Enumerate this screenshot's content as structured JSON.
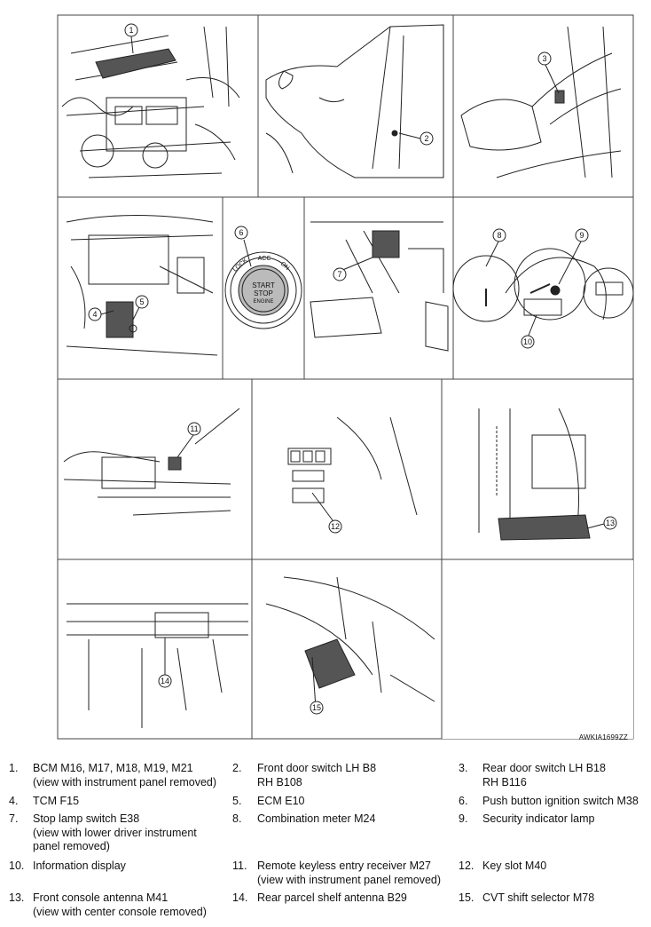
{
  "figure_code": "AWKIA1699ZZ",
  "ignition_button": {
    "ring_lock": "LOCK",
    "ring_acc": "ACC",
    "ring_on": "ON",
    "start": "START",
    "stop": "STOP",
    "engine": "ENGINE"
  },
  "callouts": [
    "1",
    "2",
    "3",
    "4",
    "5",
    "6",
    "7",
    "8",
    "9",
    "10",
    "11",
    "12",
    "13",
    "14",
    "15"
  ],
  "legend": [
    {
      "num": "1.",
      "lines": [
        "BCM M16, M17, M18, M19, M21",
        "(view with instrument panel removed)"
      ]
    },
    {
      "num": "2.",
      "lines": [
        "Front door switch LH B8",
        "RH B108"
      ]
    },
    {
      "num": "3.",
      "lines": [
        "Rear door switch LH B18",
        "RH B116"
      ]
    },
    {
      "num": "4.",
      "lines": [
        "TCM F15"
      ]
    },
    {
      "num": "5.",
      "lines": [
        "ECM E10"
      ]
    },
    {
      "num": "6.",
      "lines": [
        "Push button ignition switch M38"
      ]
    },
    {
      "num": "7.",
      "lines": [
        "Stop lamp switch E38",
        "(view with lower driver instrument",
        "panel removed)"
      ]
    },
    {
      "num": "8.",
      "lines": [
        "Combination meter M24"
      ]
    },
    {
      "num": "9.",
      "lines": [
        "Security indicator lamp"
      ]
    },
    {
      "num": "10.",
      "lines": [
        "Information display"
      ]
    },
    {
      "num": "11.",
      "lines": [
        "Remote keyless entry receiver M27",
        "(view with instrument panel removed)"
      ]
    },
    {
      "num": "12.",
      "lines": [
        "Key slot M40"
      ]
    },
    {
      "num": "13.",
      "lines": [
        "Front console antenna M41",
        "(view with center console removed)"
      ]
    },
    {
      "num": "14.",
      "lines": [
        " Rear parcel shelf antenna B29"
      ]
    },
    {
      "num": "15.",
      "lines": [
        "CVT shift selector M78"
      ]
    }
  ]
}
